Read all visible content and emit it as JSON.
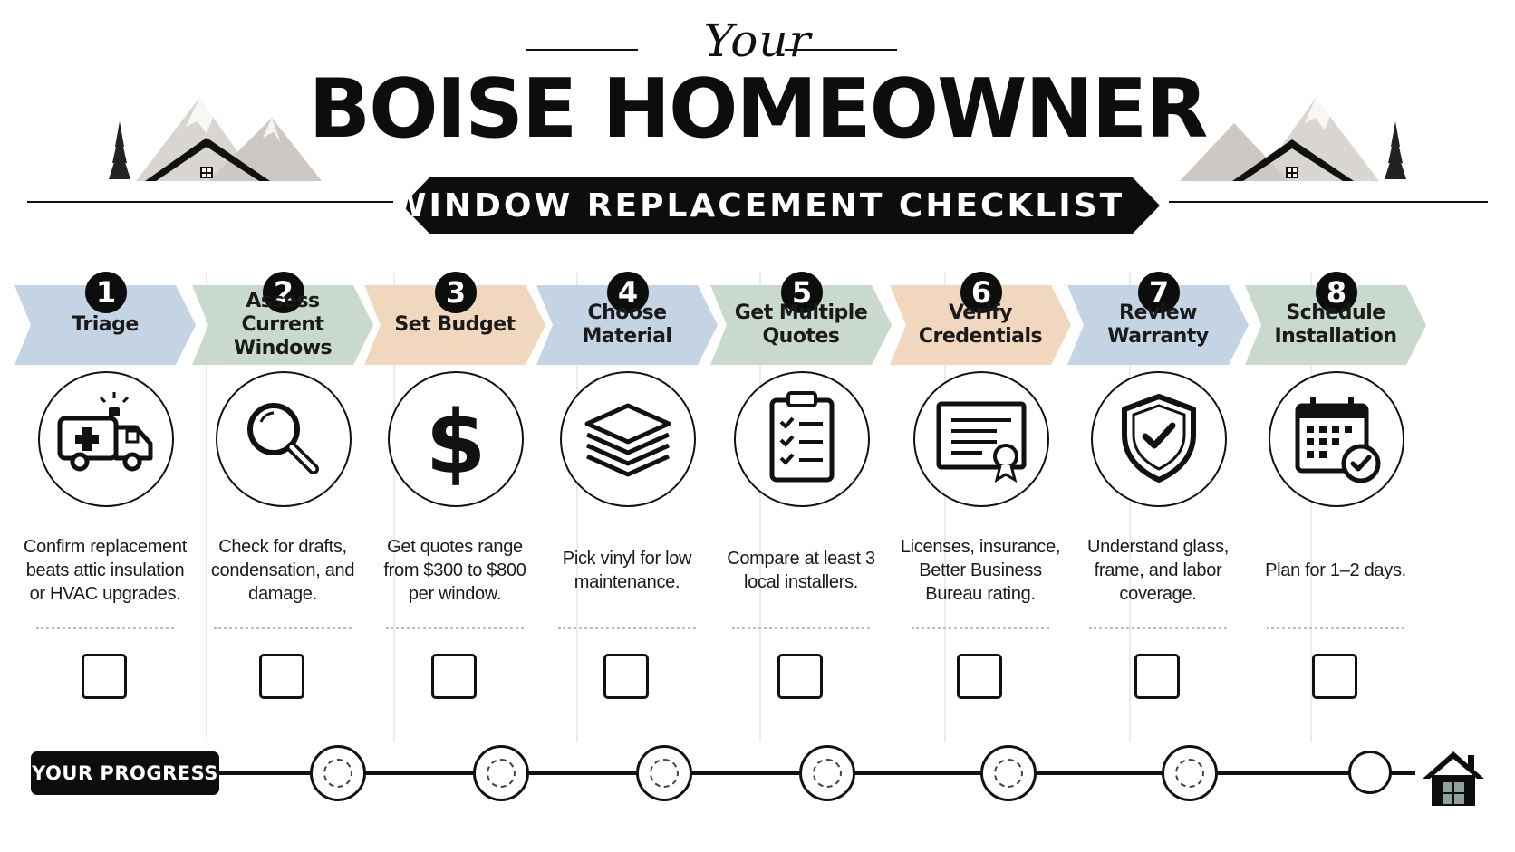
{
  "header": {
    "script_title": "Your",
    "title": "BOISE HOMEOWNER",
    "banner": "WINDOW REPLACEMENT CHECKLIST"
  },
  "colors": {
    "blue": "#c5d4e4",
    "green": "#cad9cd",
    "peach": "#f1d7bd",
    "dark": "#0d0d0d"
  },
  "steps": [
    {
      "number": "1",
      "title": "Triage",
      "description": "Confirm replacement beats attic insulation or HVAC upgrades.",
      "icon": "ambulance-icon",
      "color": "blue"
    },
    {
      "number": "2",
      "title": "Assess Current Windows",
      "description": "Check for drafts, condensation, and damage.",
      "icon": "magnifying-glass-icon",
      "color": "green"
    },
    {
      "number": "3",
      "title": "Set Budget",
      "description": "Get quotes range from $300 to $800 per window.",
      "icon": "dollar-sign-icon",
      "color": "peach"
    },
    {
      "number": "4",
      "title": "Choose Material",
      "description": "Pick vinyl for low maintenance.",
      "icon": "layers-icon",
      "color": "blue"
    },
    {
      "number": "5",
      "title": "Get Multiple Quotes",
      "description": "Compare at least 3 local installers.",
      "icon": "clipboard-checklist-icon",
      "color": "green"
    },
    {
      "number": "6",
      "title": "Verify Credentials",
      "description": "Licenses, insurance, Better Business Bureau rating.",
      "icon": "certificate-icon",
      "color": "peach"
    },
    {
      "number": "7",
      "title": "Review Warranty",
      "description": "Understand glass, frame, and labor coverage.",
      "icon": "shield-check-icon",
      "color": "blue"
    },
    {
      "number": "8",
      "title": "Schedule Installation",
      "description": "Plan for 1–2 days.",
      "icon": "calendar-check-icon",
      "color": "green"
    }
  ],
  "progress": {
    "label": "YOUR PROGRESS",
    "milestones_total": 7,
    "end_icon": "house-icon"
  }
}
